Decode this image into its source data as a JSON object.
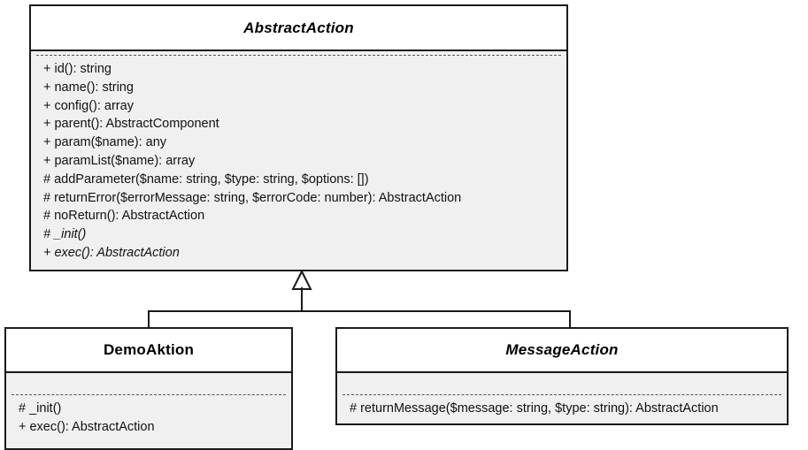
{
  "diagram": {
    "type": "uml-class-diagram",
    "relationship": "generalization",
    "classes": [
      {
        "id": "abstractaction",
        "name": "AbstractAction",
        "abstract": true,
        "attributes": [],
        "methods": [
          {
            "text": "+ id(): string",
            "abstract": false
          },
          {
            "text": "+ name(): string",
            "abstract": false
          },
          {
            "text": "+ config(): array",
            "abstract": false
          },
          {
            "text": "+ parent(): AbstractComponent",
            "abstract": false
          },
          {
            "text": "+ param($name): any",
            "abstract": false
          },
          {
            "text": "+ paramList($name): array",
            "abstract": false
          },
          {
            "text": "# addParameter($name: string, $type: string, $options: [])",
            "abstract": false
          },
          {
            "text": "# returnError($errorMessage: string, $errorCode: number): AbstractAction",
            "abstract": false
          },
          {
            "text": "# noReturn(): AbstractAction",
            "abstract": false
          },
          {
            "text": "# _init()",
            "abstract": true
          },
          {
            "text": "+ exec(): AbstractAction",
            "abstract": true
          }
        ]
      },
      {
        "id": "demoaktion",
        "name": "DemoAktion",
        "abstract": false,
        "attributes": [],
        "methods": [
          {
            "text": "# _init()",
            "abstract": false
          },
          {
            "text": "+ exec(): AbstractAction",
            "abstract": false
          }
        ]
      },
      {
        "id": "messageaction",
        "name": "MessageAction",
        "abstract": true,
        "attributes": [],
        "methods": [
          {
            "text": "# returnMessage($message: string, $type: string): AbstractAction",
            "abstract": false
          }
        ]
      }
    ],
    "colors": {
      "border": "#1a1a1a",
      "header_background": "#ffffff",
      "body_background": "#f0f0f0",
      "text": "#111111",
      "separator": "#555555",
      "canvas_background": "#ffffff"
    }
  }
}
